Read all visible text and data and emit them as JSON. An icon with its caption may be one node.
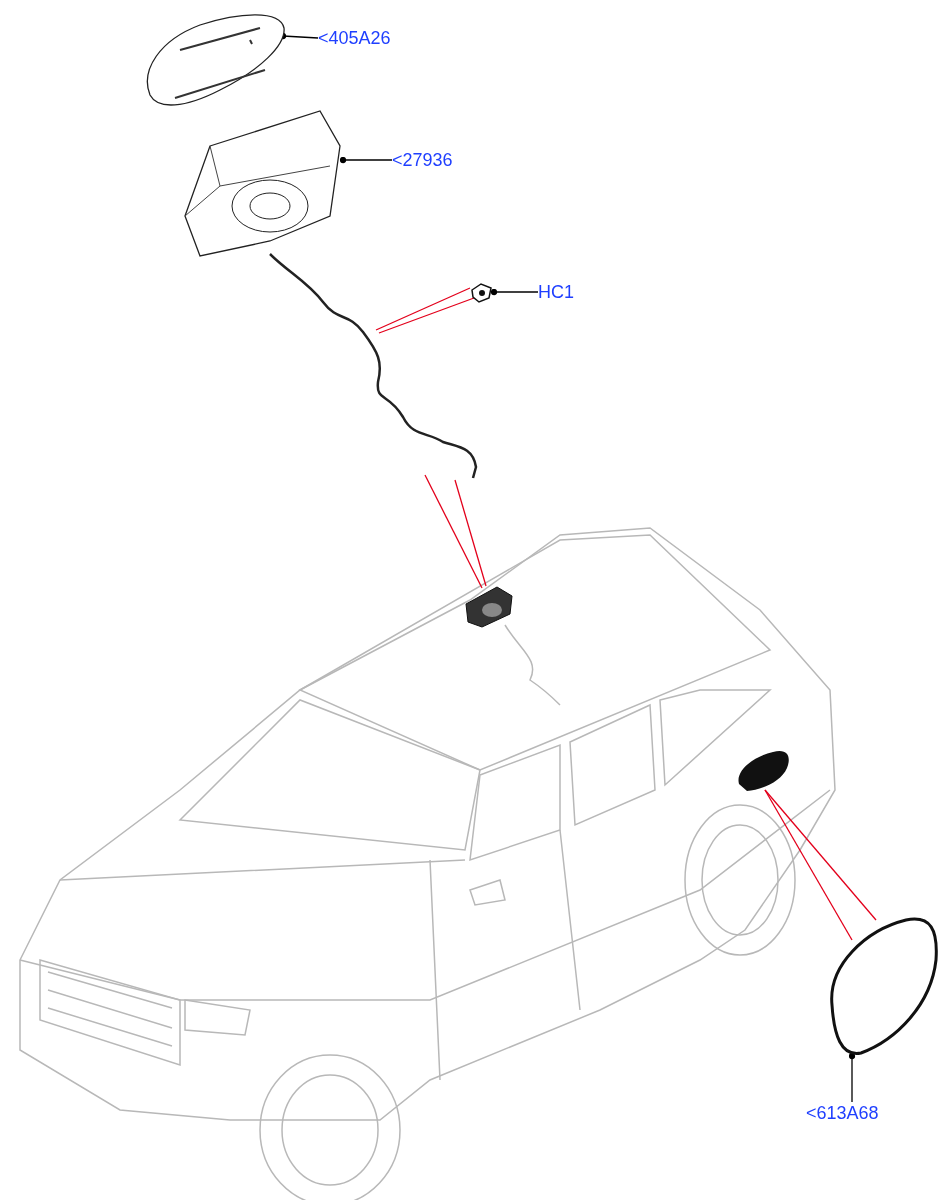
{
  "diagram": {
    "nodes": [
      {
        "text": [],
        "shape": "picture"
      },
      {
        "text": [
          "<405A26"
        ]
      },
      {
        "text": [],
        "shape": "picture"
      },
      {
        "text": [
          "<27936"
        ]
      },
      {
        "text": [],
        "shape": "picture"
      },
      {
        "text": [
          "HC1"
        ]
      },
      {
        "text": [],
        "shape": "picture"
      },
      {
        "text": [],
        "shape": "picture"
      },
      {
        "text": [],
        "shape": "picture"
      },
      {
        "text": [],
        "shape": "picture"
      },
      {
        "text": [
          "<613A68"
        ]
      }
    ],
    "edges": [
      {
        "from": 1,
        "to": 0,
        "arrow": "other",
        "color": "#000000"
      },
      {
        "from": 3,
        "to": 2,
        "arrow": "other",
        "color": "#000000"
      },
      {
        "from": 5,
        "to": 4,
        "arrow": "other",
        "color": "#000000"
      },
      {
        "from": 4,
        "to": 6,
        "arrow": "none"
      },
      {
        "from": 4,
        "to": 6,
        "arrow": "none"
      },
      {
        "from": 6,
        "to": 7,
        "arrow": "none"
      },
      {
        "from": 6,
        "to": 7,
        "arrow": "none"
      },
      {
        "from": 8,
        "to": 9,
        "arrow": "none"
      },
      {
        "from": 8,
        "to": 9,
        "arrow": "none"
      },
      {
        "from": 10,
        "to": 9,
        "arrow": "other",
        "color": "#000000"
      }
    ]
  }
}
